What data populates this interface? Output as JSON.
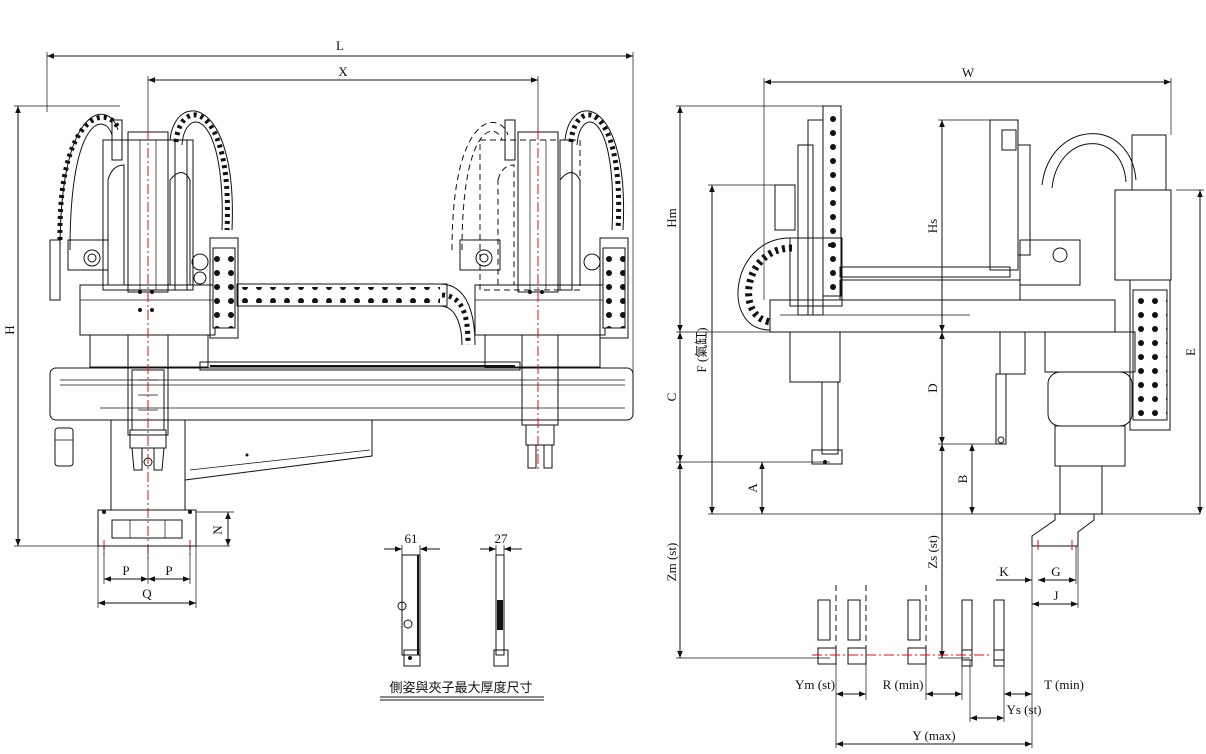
{
  "front_view": {
    "dims": {
      "L": "L",
      "X": "X",
      "H": "H",
      "N": "N",
      "P1": "P",
      "P2": "P",
      "Q": "Q"
    }
  },
  "thickness_inset": {
    "dim_a": "61",
    "dim_b": "27",
    "caption": "側姿與夾子最大厚度尺寸"
  },
  "side_view": {
    "dims": {
      "W": "W",
      "Hm": "Hm",
      "Hs": "Hs",
      "F": "F (氣缸)",
      "E": "E",
      "C": "C",
      "D": "D",
      "A": "A",
      "B": "B",
      "Zm": "Zm (st)",
      "Zs": "Zs (st)",
      "K": "K",
      "G": "G",
      "J": "J",
      "Ym": "Ym (st)",
      "R": "R (min)",
      "T": "T (min)",
      "Ys": "Ys (st)",
      "Y": "Y (max)"
    }
  }
}
